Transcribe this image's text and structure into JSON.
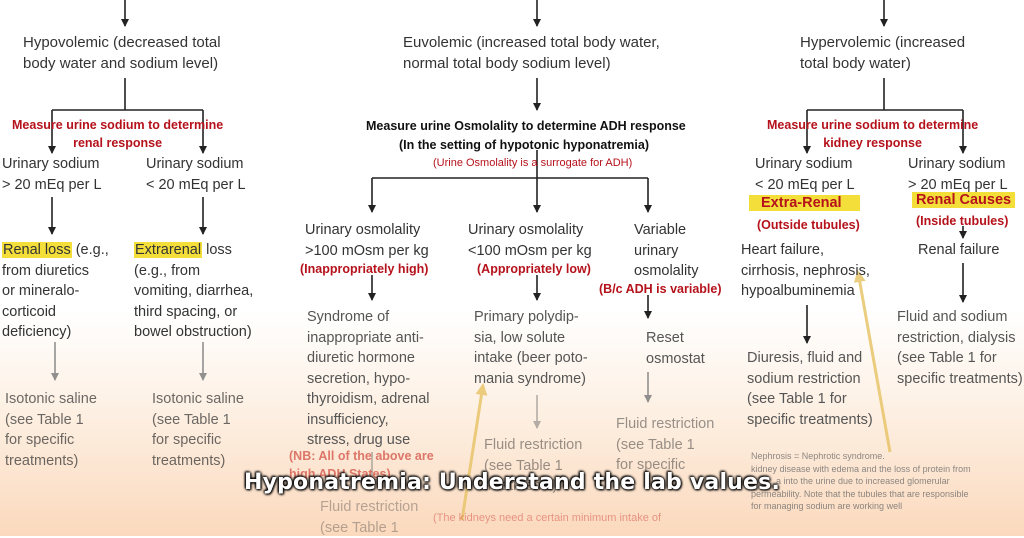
{
  "headers": {
    "hypovolemic": "Hypovolemic (decreased total\nbody water and sodium level)",
    "euvolemic": "Euvolemic (increased total body water,\nnormal total body sodium level)",
    "hypervolemic": "Hypervolemic (increased\ntotal body water)"
  },
  "left_branch": {
    "measure": "Measure urine sodium to determine\nrenal response",
    "urinary_high": "Urinary sodium\n> 20 mEq per L",
    "urinary_low": "Urinary sodium\n< 20 mEq per L",
    "renal_loss_label": "Renal loss",
    "renal_loss_rest": " (e.g.,\nfrom diuretics\nor mineralo-\ncorticoid\ndeficiency)",
    "extrarenal_label": "Extrarenal",
    "extrarenal_rest": " loss\n(e.g., from\nvomiting, diarrhea,\nthird spacing, or\nbowel obstruction)",
    "treatment_1": "Isotonic saline\n(see Table 1\nfor specific\ntreatments)",
    "treatment_2": "Isotonic saline\n(see Table 1\nfor specific\ntreatments)"
  },
  "middle_branch": {
    "measure_line1": "Measure urine Osmolality to determine ADH response",
    "measure_line2": "(In the setting of hypotonic hyponatremia)",
    "surrogate_note": "(Urine Osmolality is a surrogate for ADH)",
    "osm_high": "Urinary osmolality\n>100 mOsm per kg",
    "osm_high_note": "(Inappropriately high)",
    "osm_low": "Urinary osmolality\n<100 mOsm per kg",
    "osm_low_note": "(Appropriately low)",
    "variable": "Variable\nurinary\nosmolality",
    "variable_note": "(B/c ADH is variable)",
    "siadh": "Syndrome of\ninappropriate anti-\ndiuretic hormone\nsecretion, hypo-\nthyroidism, adrenal\ninsufficiency,\nstress, drug use",
    "siadh_note": "(NB: All of the above are\nhigh ADH States)",
    "polydipsia": "Primary polydip-\nsia, low solute\nintake (beer poto-\nmania syndrome)",
    "reset": "Reset\nosmostat",
    "fluid_1": "Fluid restriction\n(see Table 1",
    "fluid_2": "Fluid restriction\n(see Table 1\ntreatments)",
    "fluid_3": "Fluid restriction\n(see Table 1\nfor specific",
    "kidney_note": "(The kidneys need a certain minimum intake of"
  },
  "right_branch": {
    "measure": "Measure urine sodium to determine\nkidney response",
    "urinary_low": "Urinary sodium\n< 20 mEq per L",
    "urinary_high": "Urinary sodium\n> 20 mEq per L",
    "extra_renal": "Extra-Renal",
    "outside": "(Outside tubules)",
    "renal_causes": "Renal Causes",
    "inside": "(Inside tubules)",
    "heart": "Heart failure,\ncirrhosis, nephrosis,\nhypoalbuminemia",
    "renal_failure": "Renal failure",
    "diuresis": "Diuresis, fluid and\nsodium restriction\n(see Table 1 for\nspecific treatments)",
    "fluid_dialysis": "Fluid and sodium\nrestriction, dialysis\n(see Table 1 for\nspecific treatments)",
    "nephrosis_note": "Nephrosis = Nephrotic syndrome.\nkidney disease with edema and the loss of protein from\n          a into the urine due to increased glomerular\npermeability. Note that the tubules that are responsible\nfor managing sodium are working well"
  },
  "caption": "Hyponatremia: Understand the lab values.",
  "colors": {
    "highlight": "#f4df3a",
    "red_text": "#b5121b",
    "pointer_arrow": "#e8c56a",
    "background_bottom": "#fbd9bd"
  }
}
